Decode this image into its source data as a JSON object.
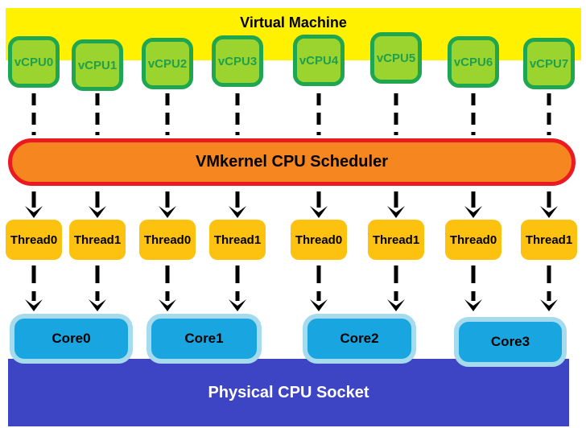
{
  "vm": {
    "label": "Virtual Machine"
  },
  "vcpus": [
    {
      "label": "vCPU0"
    },
    {
      "label": "vCPU1"
    },
    {
      "label": "vCPU2"
    },
    {
      "label": "vCPU3"
    },
    {
      "label": "vCPU4"
    },
    {
      "label": "vCPU5"
    },
    {
      "label": "vCPU6"
    },
    {
      "label": "vCPU7"
    }
  ],
  "scheduler": {
    "label": "VMkernel CPU Scheduler"
  },
  "threads": [
    {
      "label": "Thread0"
    },
    {
      "label": "Thread1"
    },
    {
      "label": "Thread0"
    },
    {
      "label": "Thread1"
    },
    {
      "label": "Thread0"
    },
    {
      "label": "Thread1"
    },
    {
      "label": "Thread0"
    },
    {
      "label": "Thread1"
    }
  ],
  "cores": [
    {
      "label": "Core0"
    },
    {
      "label": "Core1"
    },
    {
      "label": "Core2"
    },
    {
      "label": "Core3"
    }
  ],
  "socket": {
    "label": "Physical CPU Socket"
  },
  "colors": {
    "vm_bar": "#FFF100",
    "vm_text": "#000000",
    "vcpu_fill": "#9CD42F",
    "vcpu_border": "#1FA650",
    "vcpu_text": "#1FA04D",
    "scheduler_fill": "#F6861F",
    "scheduler_border": "#EB1A22",
    "thread_fill": "#FDC20F",
    "core_fill": "#18A5E0",
    "core_border": "#A6DBEE",
    "socket_fill": "#3E45C5",
    "socket_text": "#FFFFFF",
    "connector": "#000000"
  }
}
